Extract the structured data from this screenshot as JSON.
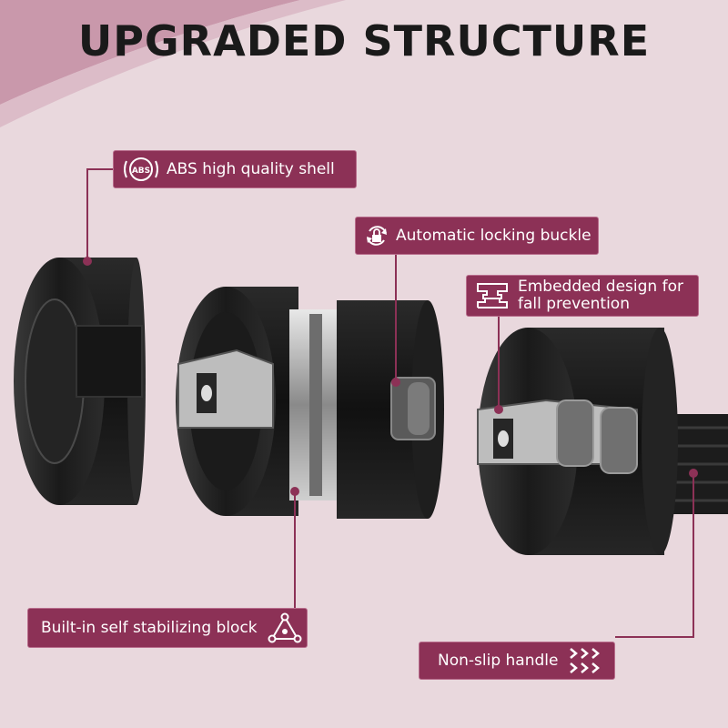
{
  "title": "UPGRADED STRUCTURE",
  "callouts": {
    "abs_shell": {
      "label": "ABS high quality shell",
      "icon": "abs-badge-icon"
    },
    "locking_buckle": {
      "label": "Automatic locking buckle",
      "icon": "lock-refresh-icon"
    },
    "embedded_design": {
      "label": "Embedded design for fall prevention",
      "icon": "interlock-icon"
    },
    "stabilizing_block": {
      "label": "Built-in self stabilizing block",
      "icon": "triangle-nodes-icon"
    },
    "non_slip_handle": {
      "label": "Non-slip handle",
      "icon": "chevrons-right-icon"
    }
  },
  "icon_texts": {
    "abs": "ABS"
  },
  "colors": {
    "background": "#e9d8dd",
    "wave": "#c998ab",
    "callout_fill": "#8c3156",
    "leader_line": "#8c3156",
    "part_dark": "#1e1e1e",
    "metal": "#b8b8b8"
  }
}
